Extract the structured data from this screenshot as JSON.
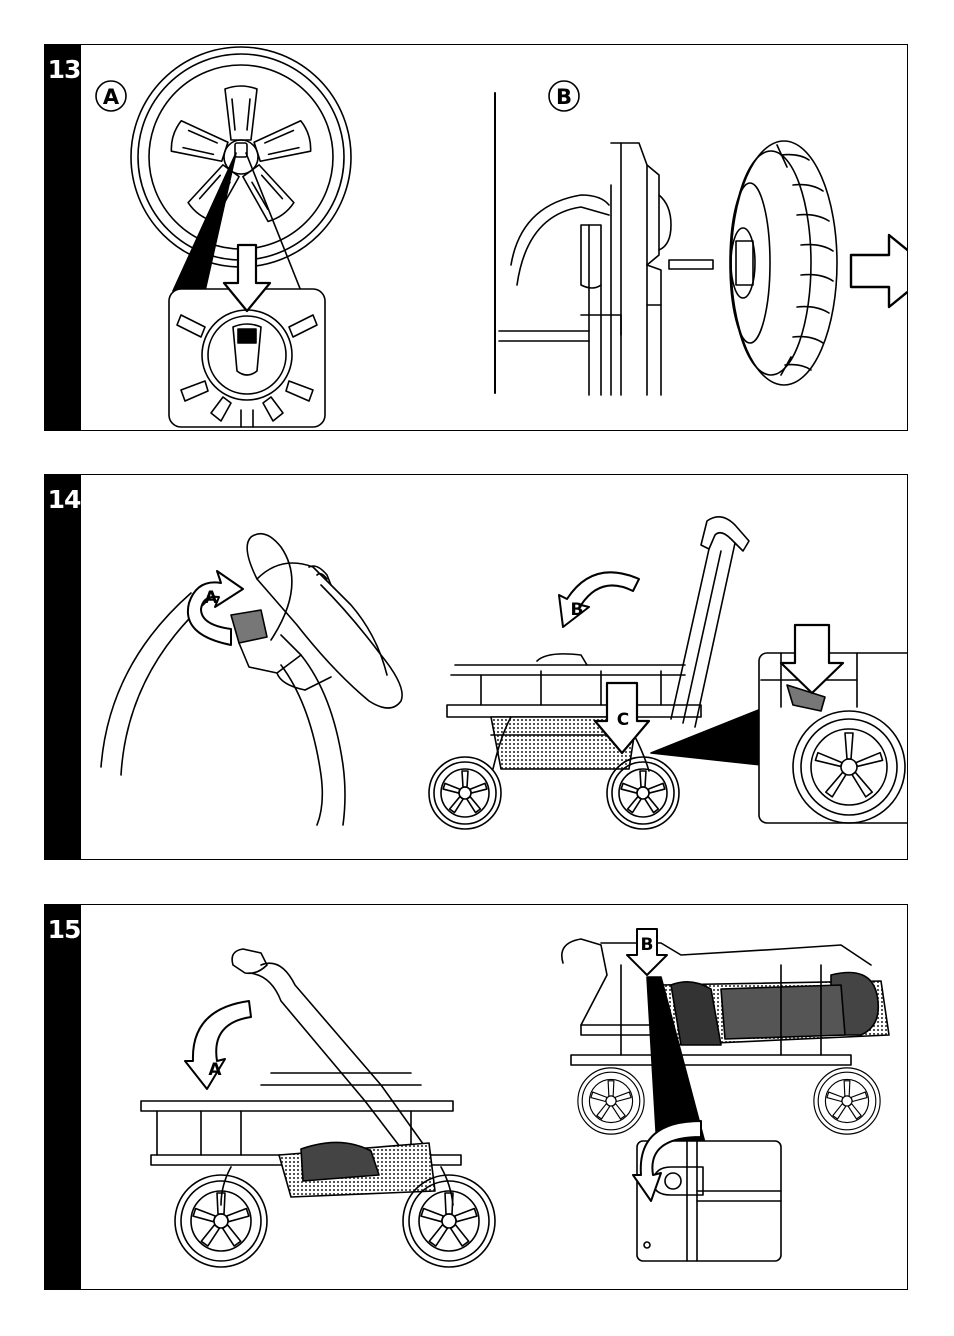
{
  "steps": [
    {
      "number": "13",
      "callouts": {
        "a": "A",
        "b": "B"
      }
    },
    {
      "number": "14",
      "callouts": {
        "a": "A",
        "b": "B",
        "c": "C"
      }
    },
    {
      "number": "15",
      "callouts": {
        "a": "A",
        "b": "B"
      }
    }
  ],
  "colors": {
    "ink": "#000000",
    "paper": "#ffffff",
    "shade": "#777777",
    "mesh": "#9a9a9a"
  }
}
